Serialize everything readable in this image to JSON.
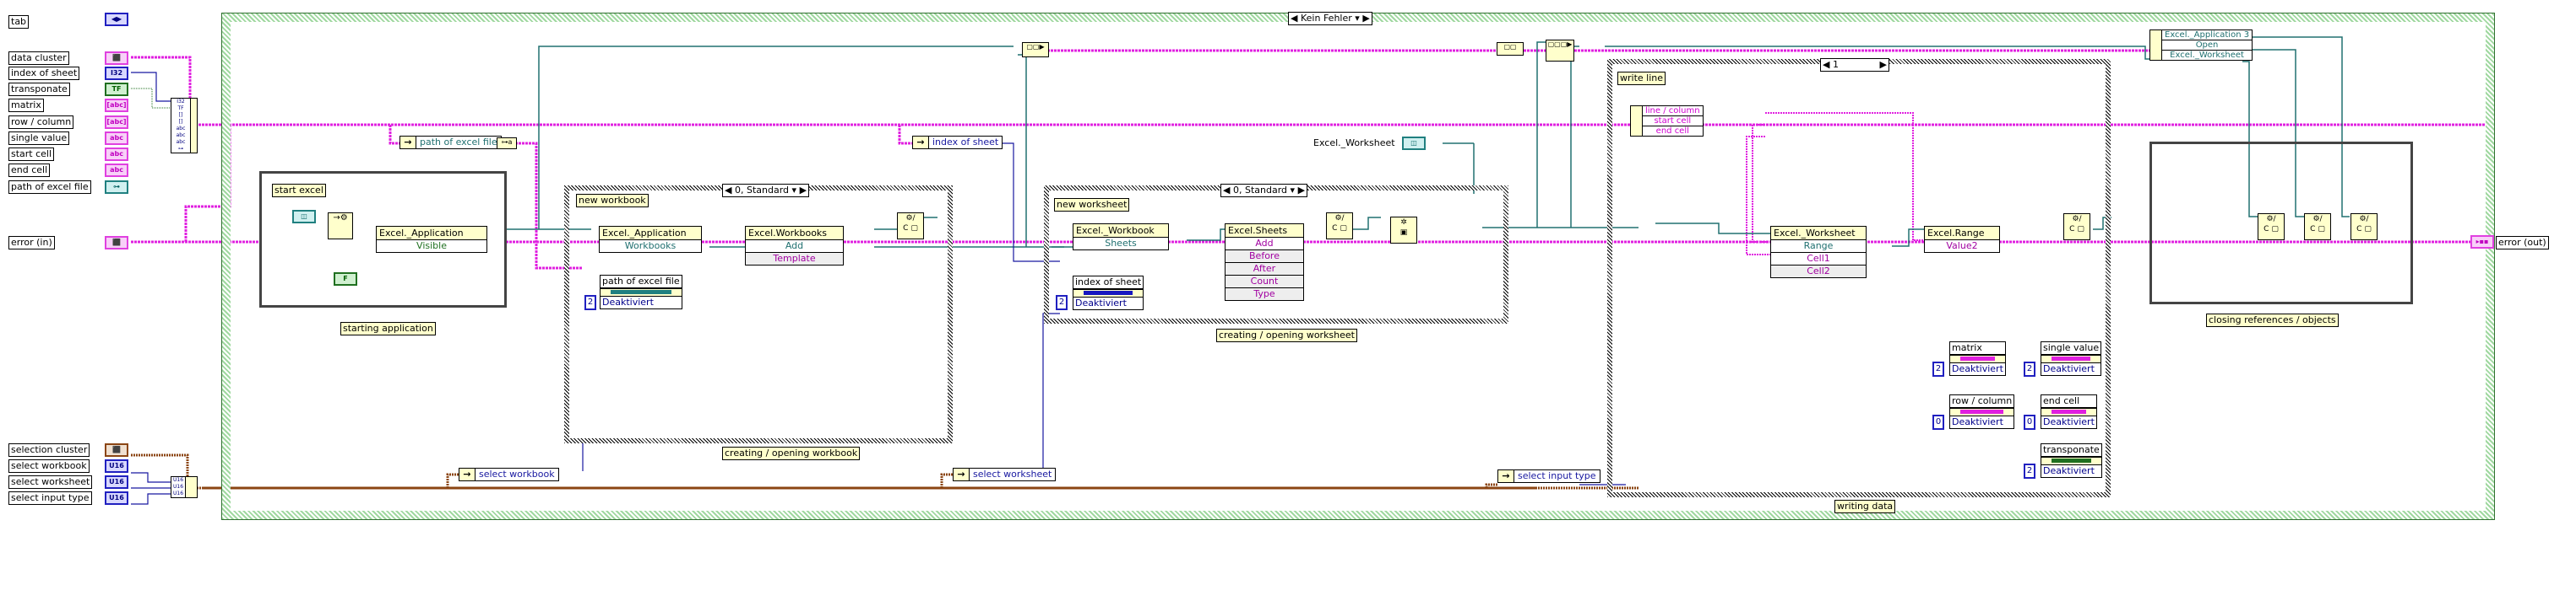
{
  "left_controls": {
    "tab": {
      "label": "tab",
      "terminal": "◀▶"
    },
    "data_cluster": {
      "label": "data cluster",
      "terminal": "⬛"
    },
    "index_of_sheet": {
      "label": "index of sheet",
      "terminal": "I32"
    },
    "transponate": {
      "label": "transponate",
      "terminal": "TF"
    },
    "matrix": {
      "label": "matrix",
      "terminal": "[abc]"
    },
    "row_column": {
      "label": "row / column",
      "terminal": "[abc]"
    },
    "single_value": {
      "label": "single value",
      "terminal": "abc"
    },
    "start_cell": {
      "label": "start cell",
      "terminal": "abc"
    },
    "end_cell": {
      "label": "end cell",
      "terminal": "abc"
    },
    "path_of_excel_file": {
      "label": "path of excel file",
      "terminal": "⊶"
    },
    "error_in": {
      "label": "error (in)",
      "terminal": "⬛"
    },
    "selection_cluster": {
      "label": "selection cluster",
      "terminal": "⬛"
    },
    "select_workbook": {
      "label": "select workbook",
      "terminal": "U16"
    },
    "select_worksheet": {
      "label": "select worksheet",
      "terminal": "U16"
    },
    "select_input_type": {
      "label": "select input type",
      "terminal": "U16"
    }
  },
  "bundle_top": [
    "I32",
    "TF",
    "[]",
    "[]",
    "abc",
    "abc",
    "abc",
    "⊶"
  ],
  "bundle_bottom": [
    "U16",
    "U16",
    "U16"
  ],
  "sequence": {
    "selector": "Kein Fehler",
    "unbundle_path": "path of excel file",
    "unbundle_index": "index of sheet",
    "unbundle_select_workbook": "select workbook",
    "unbundle_select_worksheet": "select worksheet",
    "unbundle_select_input_type": "select input type",
    "excel_worksheet_label": "Excel._Worksheet"
  },
  "start_excel": {
    "note": "start excel",
    "caption": "starting application",
    "node": {
      "header": "Excel._Application",
      "rows": [
        "Visible"
      ]
    },
    "bool_const": "F"
  },
  "workbook": {
    "note": "new workbook",
    "caption": "creating / opening workbook",
    "selector": "0, Standard",
    "node1": {
      "header": "Excel._Application",
      "rows": [
        "Workbooks"
      ]
    },
    "node2": {
      "header": "Excel.Workbooks",
      "rows": [
        "Add",
        "Template"
      ]
    },
    "disable": {
      "label": "path of excel file",
      "value": "Deaktiviert",
      "const": "2"
    },
    "case_sel": "?"
  },
  "worksheet": {
    "note": "new worksheet",
    "caption": "creating / opening worksheet",
    "selector": "0, Standard",
    "node1": {
      "header": "Excel._Workbook",
      "rows": [
        "Sheets"
      ]
    },
    "node2": {
      "header": "Excel.Sheets",
      "rows": [
        "Add",
        "Before",
        "After",
        "Count",
        "Type"
      ]
    },
    "disable": {
      "label": "index of sheet",
      "value": "Deaktiviert",
      "const": "2"
    },
    "case_sel": "?"
  },
  "writing": {
    "note": "write line",
    "caption": "writing data",
    "selector": "1",
    "unbundle": [
      "line / column",
      "start cell",
      "end cell"
    ],
    "node1": {
      "header": "Excel._Worksheet",
      "rows": [
        "Range",
        "Cell1",
        "Cell2"
      ]
    },
    "node2": {
      "header": "Excel.Range",
      "rows": [
        "Value2"
      ]
    },
    "disables": [
      {
        "label": "matrix",
        "value": "Deaktiviert",
        "const": "2"
      },
      {
        "label": "single value",
        "value": "Deaktiviert",
        "const": "2"
      },
      {
        "label": "row / column",
        "value": "Deaktiviert",
        "const": "0"
      },
      {
        "label": "end cell",
        "value": "Deaktiviert",
        "const": "0"
      },
      {
        "label": "transponate",
        "value": "Deaktiviert",
        "const": "2"
      }
    ],
    "case_sel": "?"
  },
  "closing": {
    "caption": "closing references / objects",
    "unbundle": [
      "Excel._Application 3",
      "Open",
      "Excel._Worksheet"
    ],
    "close_glyph": "C"
  },
  "error_out": {
    "label": "error (out)"
  },
  "colors": {
    "error_wire": "#e020e0",
    "ref_wire": "#207070",
    "int_wire": "#1818a0",
    "cluster_wire": "#8b4513",
    "bool_wire": "#207020"
  }
}
